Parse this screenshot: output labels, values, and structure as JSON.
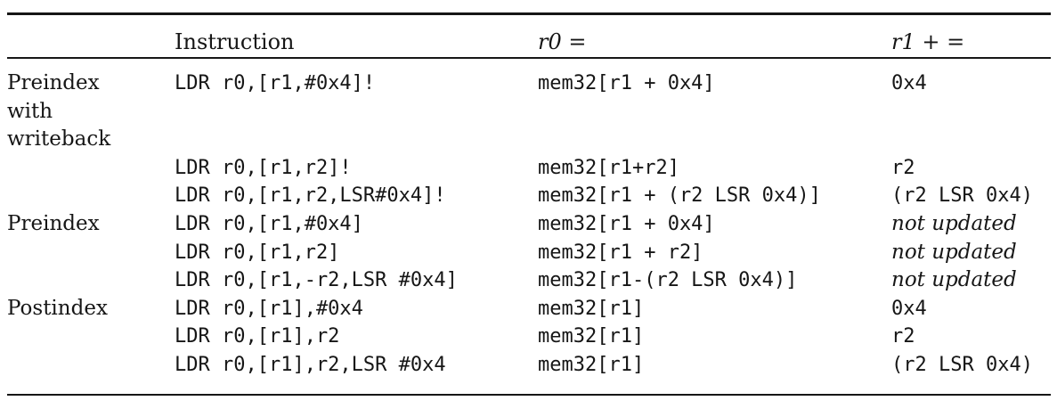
{
  "table": {
    "columns": {
      "mode": "",
      "instruction": "Instruction",
      "r0": "r0 =",
      "r1": "r1 + ="
    },
    "rows": [
      {
        "mode": "Preindex\nwith\nwriteback",
        "instruction": "LDR r0,[r1,#0x4]!",
        "r0": "mem32[r1 + 0x4]",
        "r1": "0x4"
      },
      {
        "mode": "",
        "instruction": "LDR r0,[r1,r2]!",
        "r0": "mem32[r1+r2]",
        "r1": "r2"
      },
      {
        "mode": "",
        "instruction": "LDR r0,[r1,r2,LSR#0x4]!",
        "r0": "mem32[r1 + (r2 LSR 0x4)]",
        "r1": "(r2 LSR 0x4)"
      },
      {
        "mode": "Preindex",
        "instruction": "LDR r0,[r1,#0x4]",
        "r0": "mem32[r1 + 0x4]",
        "r1": "not updated"
      },
      {
        "mode": "",
        "instruction": "LDR r0,[r1,r2]",
        "r0": "mem32[r1 + r2]",
        "r1": "not updated"
      },
      {
        "mode": "",
        "instruction": "LDR r0,[r1,-r2,LSR #0x4]",
        "r0": "mem32[r1-(r2 LSR 0x4)]",
        "r1": "not updated"
      },
      {
        "mode": "Postindex",
        "instruction": "LDR r0,[r1],#0x4",
        "r0": "mem32[r1]",
        "r1": "0x4"
      },
      {
        "mode": "",
        "instruction": "LDR r0,[r1],r2",
        "r0": "mem32[r1]",
        "r1": "r2"
      },
      {
        "mode": "",
        "instruction": "LDR r0,[r1],r2,LSR #0x4",
        "r0": "mem32[r1]",
        "r1": "(r2 LSR 0x4)"
      }
    ]
  }
}
